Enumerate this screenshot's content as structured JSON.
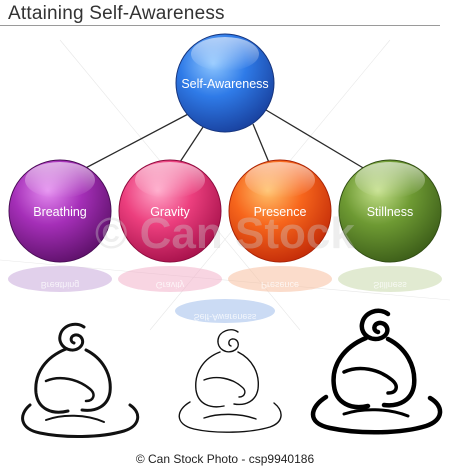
{
  "title": "Attaining Self-Awareness",
  "center_node": {
    "label": "Self-Awareness",
    "color": "#2f63d8"
  },
  "branches": [
    {
      "label": "Breathing",
      "color": "#8a1f9a"
    },
    {
      "label": "Gravity",
      "color": "#e0336e"
    },
    {
      "label": "Presence",
      "color": "#f05a10"
    },
    {
      "label": "Stillness",
      "color": "#5f8a2c"
    }
  ],
  "watermark": "© Can Stock",
  "footer": "© Can Stock Photo - csp9940186"
}
